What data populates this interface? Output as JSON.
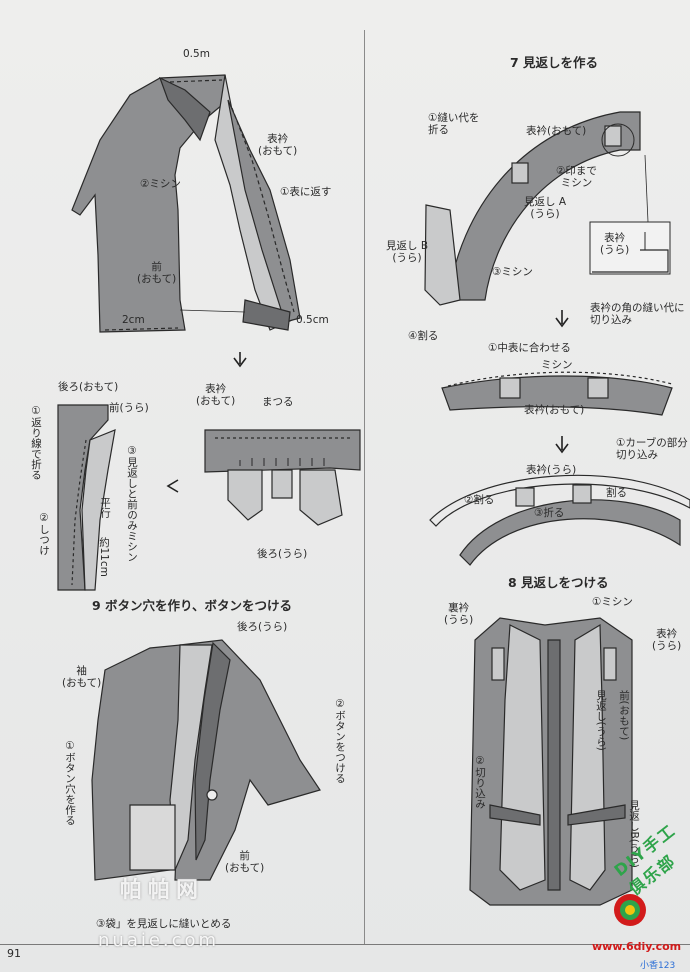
{
  "page_number": "91",
  "sections": {
    "s7_title": "7 見返しを作る",
    "s8_title": "8 見返しをつける",
    "s9_title": "9 ボタン穴を作り、ボタンをつける"
  },
  "labels": {
    "l05m_top": "0.5m",
    "omoteeri_a": "表衿\n(おもて)",
    "mishin2_a": "②ミシン",
    "omote_kaesu": "①表に返す",
    "mae_omote_a": "前\n(おもて)",
    "cm2": "2cm",
    "cm05": "0.5cm",
    "omoteeri_b": "表衿\n(おもて)",
    "matsuru": "まつる",
    "ushiro_ura_a": "後ろ(うら)",
    "ushiro_omote": "後ろ(おもて)",
    "mae_ura": "前(うら)",
    "kaeri_sen": "①返り線で折る",
    "mikaeshi_mae": "③見返しと前のみミシン",
    "heiko": "平行",
    "shitsuke": "②しつけ",
    "yaku11": "約11cm",
    "nuishiro": "①縫い代を\n折る",
    "omoteeri_c": "表衿(おもて)",
    "shirushi": "②印まで\nミシン",
    "mikaeshi_a": "見返し A\n(うら)",
    "mikaeshi_b": "見返し B\n(うら)",
    "mishin3": "③ミシン",
    "waru4": "④割る",
    "omoteeri_d": "表衿\n(うら)",
    "kado_kirikomi": "表衿の角の縫い代に\n切り込み",
    "chuuomote": "①中表に合わせる",
    "mishin_b": "ミシン",
    "omoteeri_e": "表衿(おもて)",
    "curve_kirikomi": "①カーブの部分\n切り込み",
    "omoteeri_f": "表衿(うら)",
    "waru2": "②割る",
    "waru_c": "割る",
    "oru3": "③折る",
    "uraeri": "裏衿\n(うら)",
    "mishin1_c": "①ミシン",
    "omoteeri_g": "表衿\n(うら)",
    "mikaeshi_ura": "見返し(うら)",
    "mae_omote_b": "前(おもて)",
    "kirikomi2": "②切り込み",
    "mikaeshi_b_ura": "見返しB(うら)",
    "ushiro_ura_b": "後ろ(うら)",
    "sode_omote": "袖\n(おもて)",
    "botan_ana": "①ボタン穴を作る",
    "botan_tsukeru": "②ボタンをつける",
    "mae_omote_c": "前\n(おもて)",
    "fukuro": "③袋」を見返しに縫いとめる"
  },
  "watermarks": {
    "site_cn": "帕帕网",
    "site_url": "nuaie.com",
    "logo": "www.6diy.com",
    "logo_sub": "小香123",
    "club": "DIY手工俱乐部"
  },
  "colors": {
    "paper": "#ececeb",
    "fabric": "#8e8f91",
    "fabric_dark": "#6d6e70",
    "fabric_light": "#c9cacb",
    "line": "#2a2a2a"
  }
}
